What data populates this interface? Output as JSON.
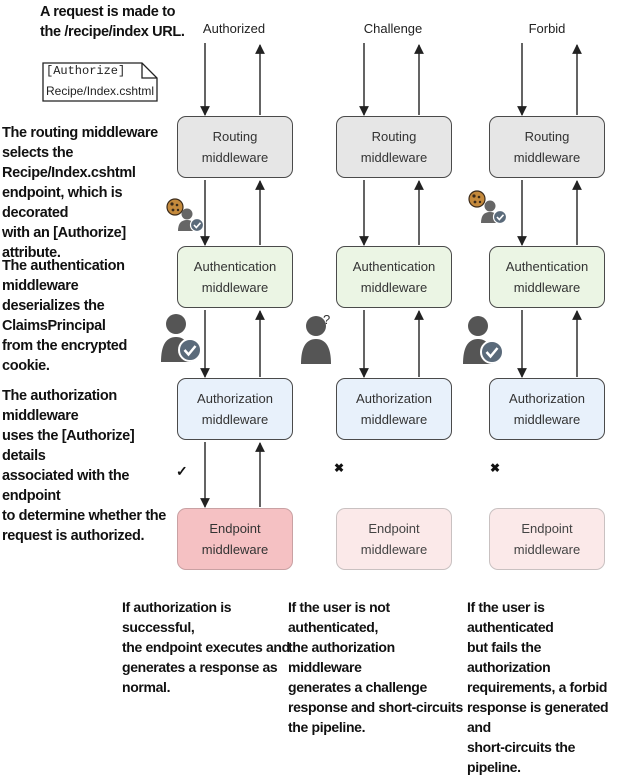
{
  "annotations": {
    "request": "A request is made to\nthe /recipe/index URL.",
    "routing": "The routing middleware\nselects the Recipe/Index.cshtml\nendpoint, which is decorated\nwith an [Authorize] attribute.",
    "authentication": "The authentication middleware\ndeserializes the ClaimsPrincipal\nfrom the encrypted cookie.",
    "authorization": "The authorization middleware\nuses the [Authorize] details\nassociated with the endpoint\nto determine whether the\nrequest is authorized."
  },
  "document": {
    "attribute": "[Authorize]",
    "file": "Recipe/Index.cshtml"
  },
  "columns": [
    {
      "title": "Authorized",
      "routing": "Routing\nmiddleware",
      "authentication": "Authentication\nmiddleware",
      "authorization": "Authorization\nmiddleware",
      "endpoint": "Endpoint\nmiddleware",
      "result_mark": "✓",
      "caption": "If authorization is successful,\nthe endpoint executes and\ngenerates a response as\nnormal."
    },
    {
      "title": "Challenge",
      "routing": "Routing\nmiddleware",
      "authentication": "Authentication\nmiddleware",
      "authorization": "Authorization\nmiddleware",
      "endpoint": "Endpoint\nmiddleware",
      "result_mark": "✖",
      "caption": "If the user is not authenticated,\nthe authorization middleware\ngenerates a challenge\nresponse and short-circuits\nthe pipeline."
    },
    {
      "title": "Forbid",
      "routing": "Routing\nmiddleware",
      "authentication": "Authentication\nmiddleware",
      "authorization": "Authorization\nmiddleware",
      "endpoint": "Endpoint\nmiddleware",
      "result_mark": "✖",
      "caption": "If the user is authenticated\nbut fails the authorization\nrequirements, a forbid\nresponse is generated and\nshort-circuits the pipeline."
    }
  ],
  "unknown_user_mark": "?",
  "colors": {
    "routing": "#e6e6e6",
    "authentication": "#ebf5e4",
    "authorization": "#e8f1fb",
    "endpoint_active": "#f5c1c3",
    "endpoint_inactive": "#fbe9e9",
    "check_badge": "#5a6a7a",
    "cookie": "#6b4a2a"
  },
  "icons": [
    "document-icon",
    "cookie-icon",
    "user-icon",
    "user-check-icon",
    "user-unknown-icon",
    "check-mark",
    "cross-mark"
  ]
}
